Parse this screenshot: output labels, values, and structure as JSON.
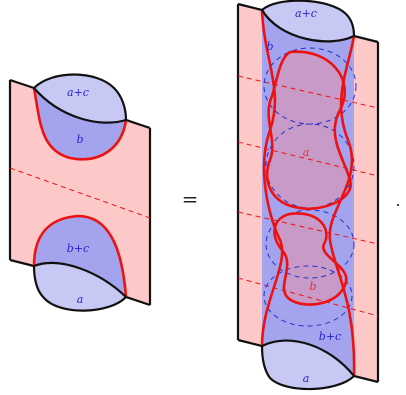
{
  "colors": {
    "sheet_fill": "#fcc8c8",
    "disk_light": "#c8c8f4",
    "disk_mid": "#a4a4ee",
    "overlap_purple": "#c89ac8",
    "red_line": "#ee1111",
    "blue_dash": "#2233cc",
    "outline": "#111111"
  },
  "left_figure": {
    "top_disk_label": "a+c",
    "top_region_label": "b",
    "bottom_region_label": "b+c",
    "bottom_disk_label": "a"
  },
  "equals_sign": "=",
  "right_figure": {
    "top_disk_label": "a+c",
    "top_region_label": "b",
    "middle_label": "a",
    "inner_label": "b",
    "bottom_region_label": "b+c",
    "bottom_disk_label": "a"
  },
  "trailing_punctuation": "."
}
